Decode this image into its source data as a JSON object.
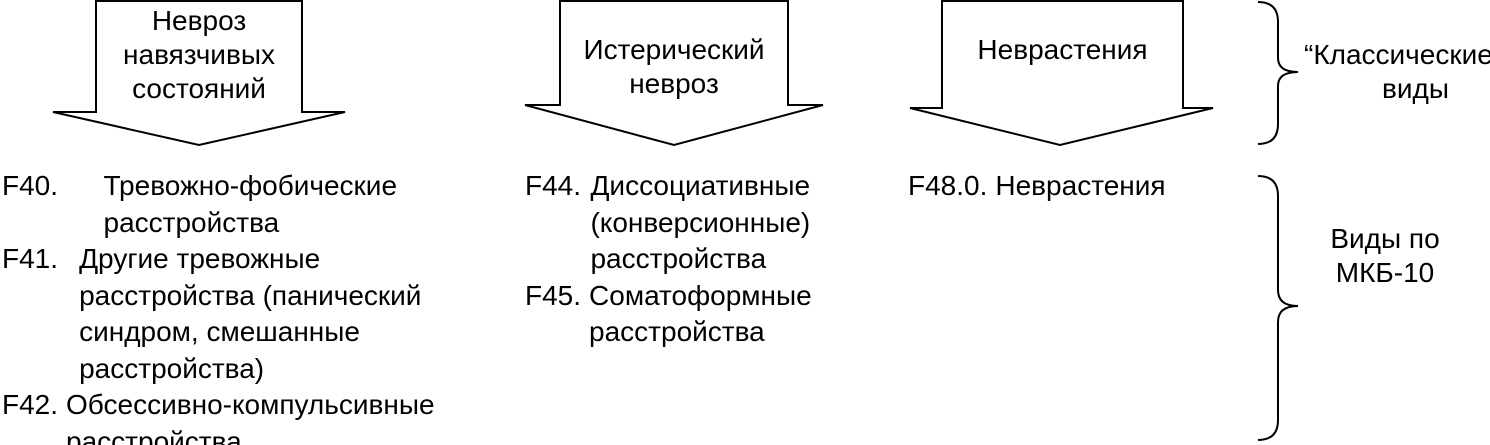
{
  "arrows": [
    {
      "lines": [
        "Невроз",
        "навязчивых",
        "состояний"
      ]
    },
    {
      "lines": [
        "Истерический",
        "невроз"
      ]
    },
    {
      "lines": [
        "Неврастения"
      ]
    }
  ],
  "columns": [
    {
      "entries": [
        {
          "code": "F40.",
          "lines": [
            "Тревожно-фобические",
            "расстройства"
          ]
        },
        {
          "code": "F41.",
          "lines": [
            "Другие тревожные",
            "расстройства (панический",
            "синдром, смешанные",
            "расстройства)"
          ]
        },
        {
          "code": "F42.",
          "lines": [
            "Обсессивно-компульсивные",
            "расстройства"
          ]
        }
      ]
    },
    {
      "entries": [
        {
          "code": "F44.",
          "lines": [
            "Диссоциативные",
            "(конверсионные)",
            "расстройства"
          ]
        },
        {
          "code": "F45.",
          "lines": [
            "Соматоформные",
            "расстройства"
          ]
        }
      ]
    },
    {
      "entries": [
        {
          "code": "F48.0.",
          "lines": [
            "Неврастения"
          ]
        }
      ]
    }
  ],
  "brackets": [
    {
      "lines": [
        "“Классические",
        "виды"
      ]
    },
    {
      "lines": [
        "Виды по",
        "МКБ-10"
      ]
    }
  ]
}
